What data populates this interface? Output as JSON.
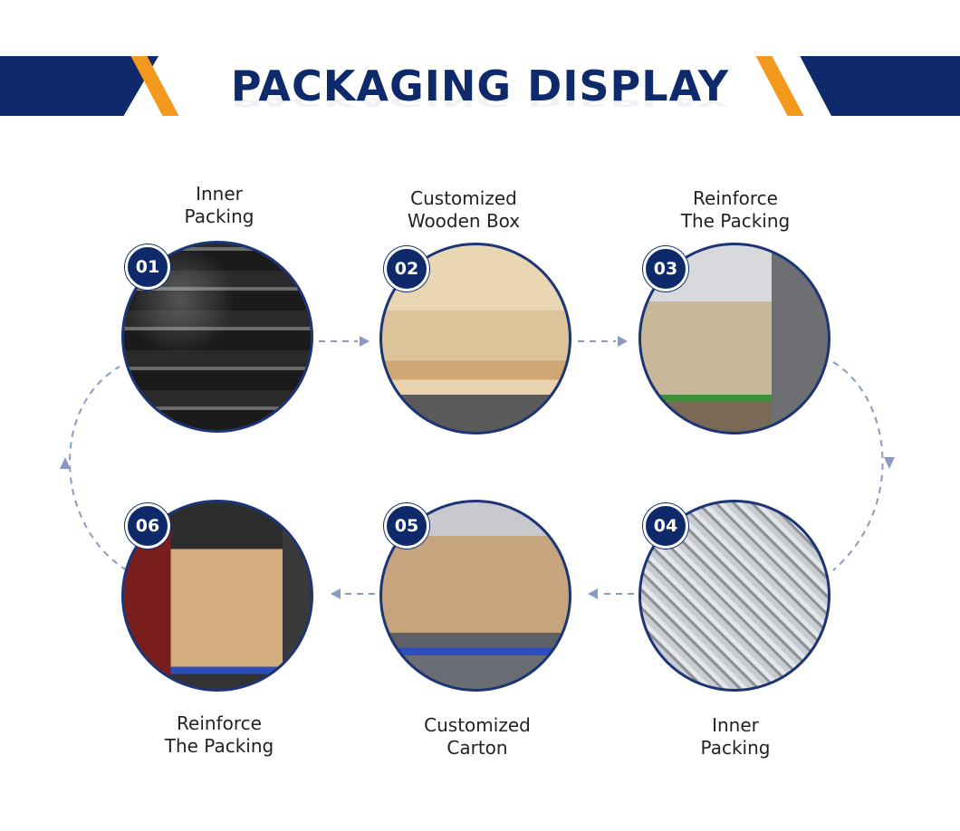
{
  "header": {
    "title": "PACKAGING DISPLAY"
  },
  "steps": [
    {
      "number": "01",
      "label_line1": "Inner",
      "label_line2": "Packing"
    },
    {
      "number": "02",
      "label_line1": "Customized",
      "label_line2": "Wooden Box"
    },
    {
      "number": "03",
      "label_line1": "Reinforce",
      "label_line2": "The Packing"
    },
    {
      "number": "04",
      "label_line1": "Inner",
      "label_line2": "Packing"
    },
    {
      "number": "05",
      "label_line1": "Customized",
      "label_line2": "Carton"
    },
    {
      "number": "06",
      "label_line1": "Reinforce",
      "label_line2": "The Packing"
    }
  ],
  "colors": {
    "navy": "#0f2a6b",
    "orange": "#f39a1e",
    "arrow": "#8a9ac4"
  }
}
